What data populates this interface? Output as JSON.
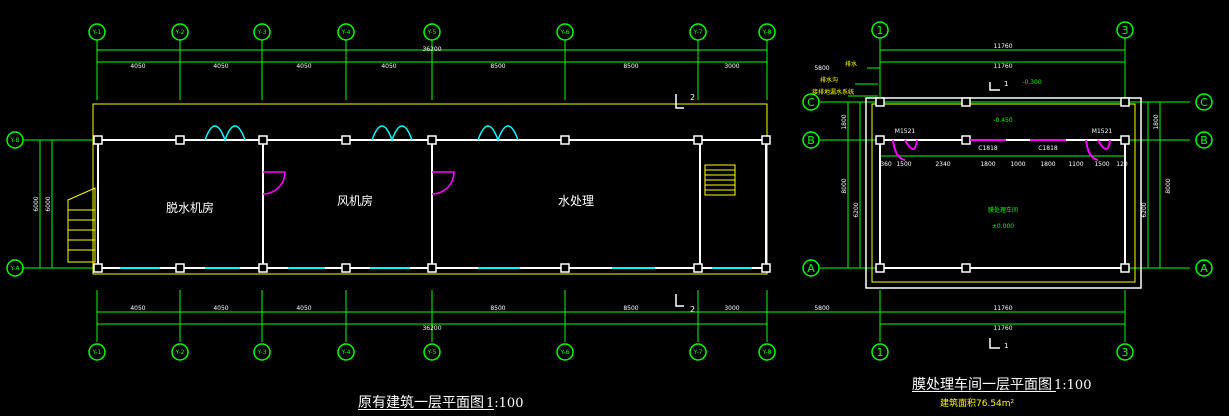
{
  "colors": {
    "bg": "#000000",
    "wall": "#ffffff",
    "dim": "#00ff00",
    "outline": "#ffff00",
    "door": "#ff00ff",
    "window": "#00ffff",
    "text": "#ffffff",
    "area": "#ffff00"
  },
  "left_plan": {
    "title": "原有建筑一层平面图",
    "scale": "1:100",
    "axis_labels_top": [
      "Y-1",
      "Y-2",
      "Y-3",
      "Y-4",
      "Y-5",
      "Y-6",
      "Y-7",
      "Y-8"
    ],
    "axis_labels_bottom": [
      "Y-1",
      "Y-2",
      "Y-3",
      "Y-4",
      "Y-5",
      "Y-6",
      "Y-7",
      "Y-8"
    ],
    "axis_labels_left": [
      "Y-B",
      "Y-A"
    ],
    "dims_top_segments": [
      "4050",
      "4050",
      "4050",
      "4050",
      "8500",
      "8500",
      "3000"
    ],
    "dims_top_total": "36200",
    "dims_bottom_segments": [
      "4050",
      "4050",
      "4050",
      "8500",
      "8500",
      "3000"
    ],
    "dims_bottom_total": "36200",
    "dims_left": [
      "6000",
      "6000"
    ],
    "rooms": [
      "脱水机房",
      "风机房",
      "水处理"
    ],
    "section_mark": "2"
  },
  "right_plan": {
    "title": "膜处理车间一层平面图",
    "scale": "1:100",
    "area_note": "建筑面积76.54m²",
    "axis_top": [
      "1",
      "3"
    ],
    "axis_bottom": [
      "1",
      "3"
    ],
    "axis_rows": [
      "C",
      "B",
      "A"
    ],
    "dims_top": [
      "11760",
      "11760"
    ],
    "dims_bottom": [
      "11760",
      "11760"
    ],
    "dim_gap": "5800",
    "dims_interior": [
      "360",
      "1500",
      "2340",
      "1800",
      "1000",
      "1800",
      "1100",
      "1500",
      "120"
    ],
    "dims_right": [
      "1800",
      "8000",
      "6200"
    ],
    "dims_left": [
      "1800",
      "8000",
      "6200"
    ],
    "door_labels": [
      "M1521",
      "M1521"
    ],
    "window_labels": [
      "C1818",
      "C1818"
    ],
    "room_label": "膜处理车间",
    "level_mark": "±0.000",
    "level_mark_2": "-0.300",
    "level_mark_3": "-0.450",
    "notes": [
      "排水",
      "排水沟",
      "接排地漏水系统"
    ],
    "section_mark": "1"
  }
}
